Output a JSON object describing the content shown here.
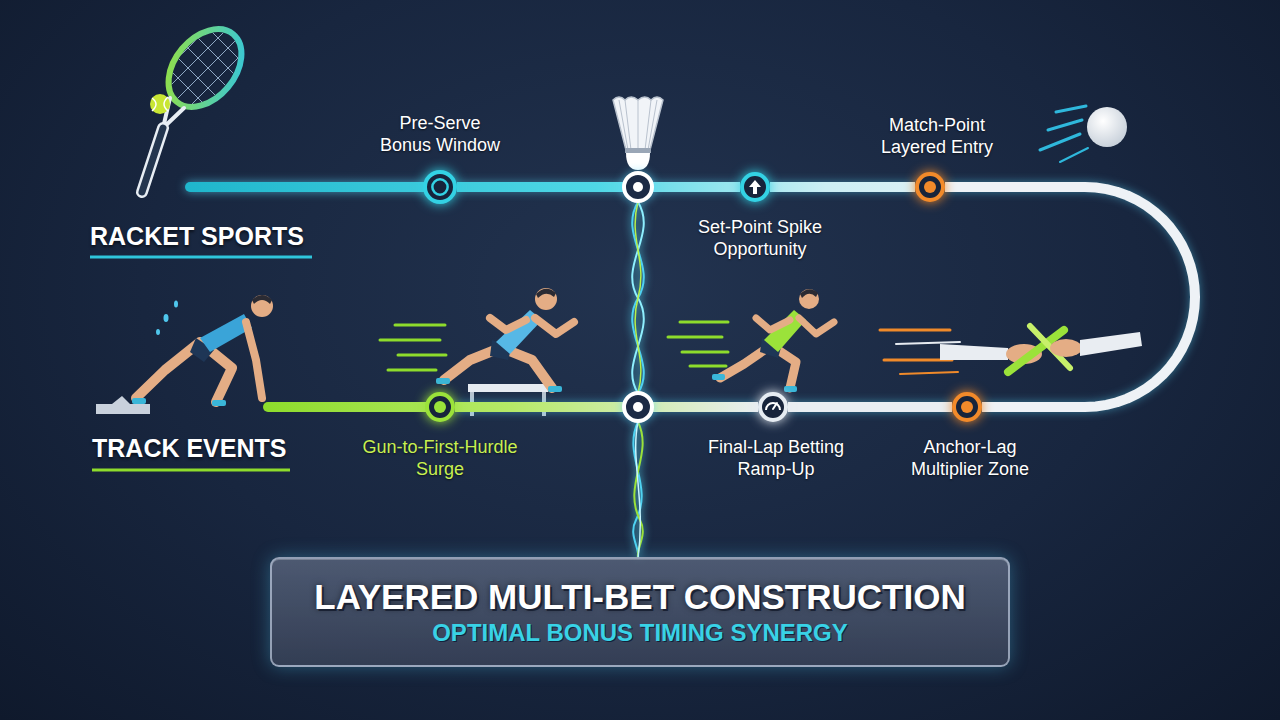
{
  "diagram": {
    "nodes": [
      {
        "text": [
          "Pre-Serve Bonus Window"
        ]
      },
      {
        "text": [
          "Set-Point Spike Opportunity"
        ]
      },
      {
        "text": [
          "Match-Point Layered Entry"
        ]
      },
      {
        "text": [
          "Gun-to-First-Hurdle Surge"
        ]
      },
      {
        "text": [
          "Final-Lap Betting Ramp-Up"
        ]
      },
      {
        "text": [
          "Anchor-Lag Multiplier Zone"
        ]
      },
      {
        "text": [
          "LAYERED MULTI-BET CONSTRUCTION",
          "OPTIMAL BONUS TIMING SYNERGY"
        ]
      }
    ],
    "edges": [
      {
        "from": 0,
        "to": 1,
        "arrow": "none"
      },
      {
        "from": 1,
        "to": 2,
        "arrow": "none"
      },
      {
        "from": 2,
        "to": 5,
        "arrow": "none"
      },
      {
        "from": 3,
        "to": 4,
        "arrow": "none"
      },
      {
        "from": 4,
        "to": 5,
        "arrow": "none"
      }
    ],
    "labels": [
      "RACKET SPORTS",
      "TRACK EVENTS"
    ]
  }
}
